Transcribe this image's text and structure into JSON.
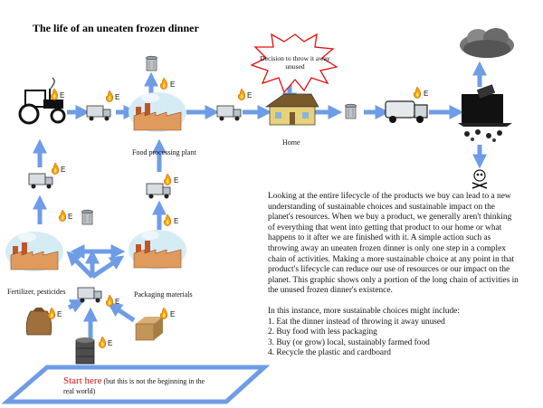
{
  "title": "The life of an uneaten frozen dinner",
  "labels": {
    "food_processing": "Food processing plant",
    "home": "Home",
    "fertilizer": "Fertilizer, pesticides",
    "packaging": "Packaging materials",
    "decision": "Decision to throw it away unused",
    "energy": "E"
  },
  "start": {
    "highlight": "Start here",
    "note_open": " (but  this is not the beginning in the",
    "note_close": "real world)"
  },
  "description": {
    "paragraph1": "Looking at the entire lifecycle of the products we buy can lead to a new understanding of sustainable choices and sustainable impact on the planet's resources. When we buy a product, we generally aren't thinking of everything that went into getting that product to our home or what happens to it after we are finished with it. A simple action such as throwing away an uneaten frozen dinner is only one step in a complex chain of activities. Making a more sustainable choice at any point in that product's lifecycle can reduce our use of resources or our impact on the planet. This graphic shows only a portion of the long chain of activities in the unused frozen dinner's existence.",
    "paragraph2": "In this instance, more sustainable choices might include:",
    "items": [
      "1. Eat the dinner instead of throwing it away unused",
      "2. Buy food with less packaging",
      "3. Buy (or grow) local, sustainably farmed food",
      "4. Recycle the plastic and cardboard"
    ]
  },
  "colors": {
    "arrow": "#6f9ce6",
    "flame": "#f5a300",
    "start_text": "#e01010",
    "burst_outline": "#e01010"
  }
}
